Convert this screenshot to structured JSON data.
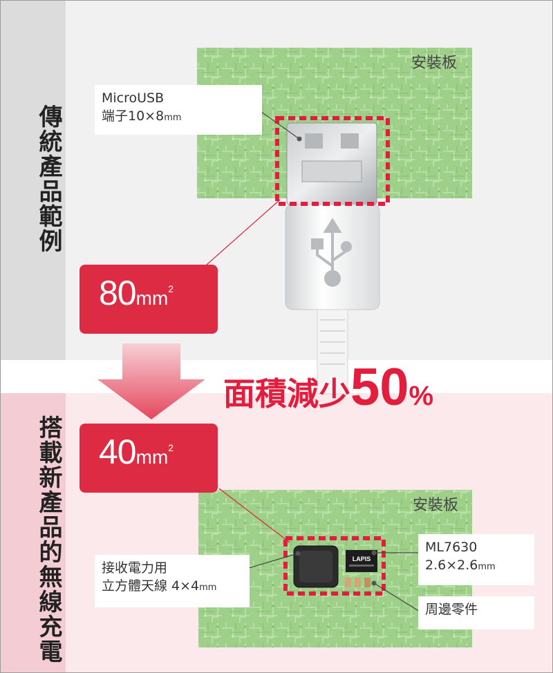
{
  "side_labels": {
    "top": "傳統產品範例",
    "bottom": "搭載新產品的無線充電"
  },
  "top_board": {
    "pcb_label": "安裝板",
    "connector_name": "MicroUSB",
    "connector_desc": "端子10×8",
    "connector_unit": "mm"
  },
  "top_area": {
    "value": "80",
    "unit": "mm",
    "exponent": "2"
  },
  "bottom_area": {
    "value": "40",
    "unit": "mm",
    "exponent": "2"
  },
  "headline": {
    "text": "面積減少",
    "number": "50",
    "percent": "%"
  },
  "bottom_board": {
    "pcb_label": "安裝板",
    "chip_logo": "LAPIS",
    "ic_name": "ML7630",
    "ic_size": "2.6×2.6",
    "ic_unit": "mm",
    "antenna_line1": "接收電力用",
    "antenna_line2": "立方體天線 4×4",
    "antenna_unit": "mm",
    "peripheral": "周邊零件"
  },
  "colors": {
    "accent": "#dd2b44",
    "pcb": "#9fd08a",
    "top_bg": "#f1f1f1",
    "bottom_bg": "#fbe9ec"
  }
}
